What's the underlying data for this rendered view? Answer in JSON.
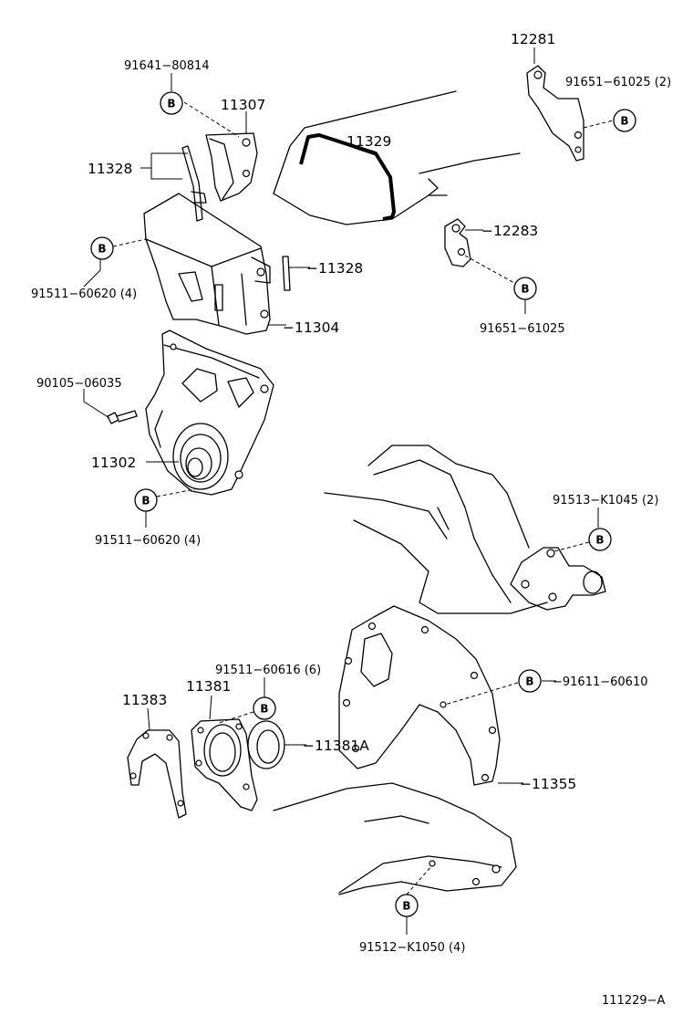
{
  "labels": {
    "p91641_80814": "91641−80814",
    "p11307": "11307",
    "p11328_a": "11328",
    "p11328_b": "−11328",
    "p11329": "11329",
    "p12281": "12281",
    "p91651_61025_2": "91651−61025 (2)",
    "p12283": "−12283",
    "p91651_61025": "91651−61025",
    "p91511_60620_4_top": "91511−60620 (4)",
    "p11304": "−11304",
    "p90105_06035": "90105−06035",
    "p11302": "11302",
    "p91511_60620_4_mid": "91511−60620 (4)",
    "p91513_K1045_2": "91513−K1045 (2)",
    "p91611_60610": "−91611−60610",
    "p91511_60616_6": "91511−60616 (6)",
    "p11381": "11381",
    "p11383": "11383",
    "p11381A": "−11381A",
    "p11355": "−11355",
    "p91512_K1050_4": "91512−K1050 (4)",
    "figure_id": "111229−A"
  },
  "bolt_marker": "B",
  "icons": [
    "bolt-marker-b-icon"
  ]
}
